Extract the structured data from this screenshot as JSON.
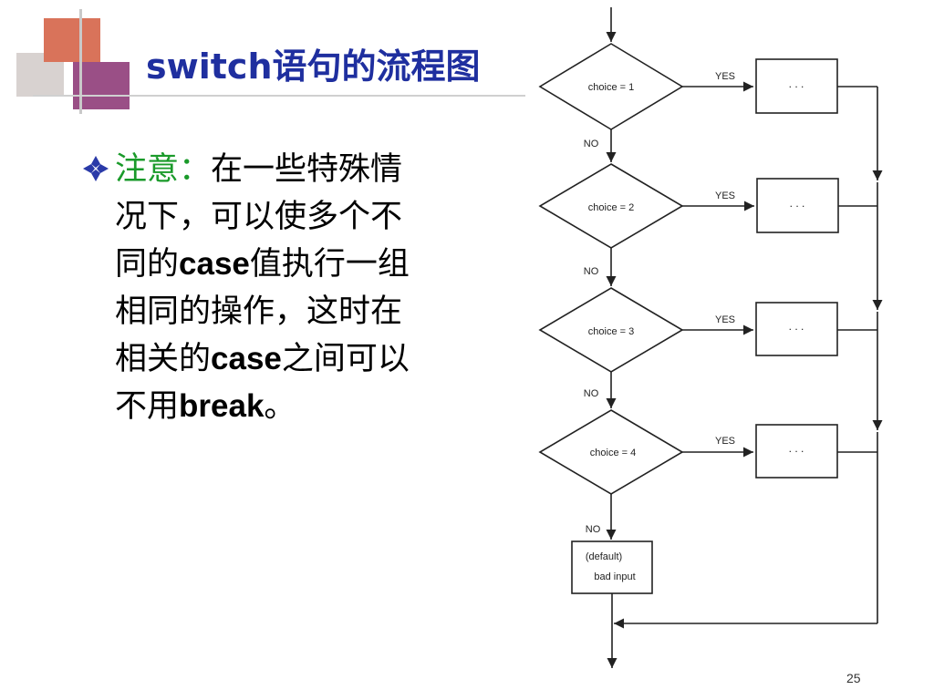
{
  "slide": {
    "title": "switch语句的流程图",
    "page_number": "25"
  },
  "bullet": {
    "lead": "注意：",
    "lines": [
      {
        "parts": [
          "在一些特殊情"
        ]
      },
      {
        "parts": [
          "况下，可以使多个不"
        ]
      },
      {
        "parts": [
          "同的",
          "case",
          "值执行一组"
        ]
      },
      {
        "parts": [
          "相同的操作，这时在"
        ]
      },
      {
        "parts": [
          "相关的",
          "case",
          "之间可以"
        ]
      },
      {
        "parts": [
          "不用",
          "break",
          "。"
        ]
      }
    ]
  },
  "flowchart": {
    "decisions": [
      "choice = 1",
      "choice = 2",
      "choice = 3",
      "choice = 4"
    ],
    "yes_label": "YES",
    "no_label": "NO",
    "action_label": ". . .",
    "default_lines": [
      "(default)",
      "bad input"
    ]
  }
}
